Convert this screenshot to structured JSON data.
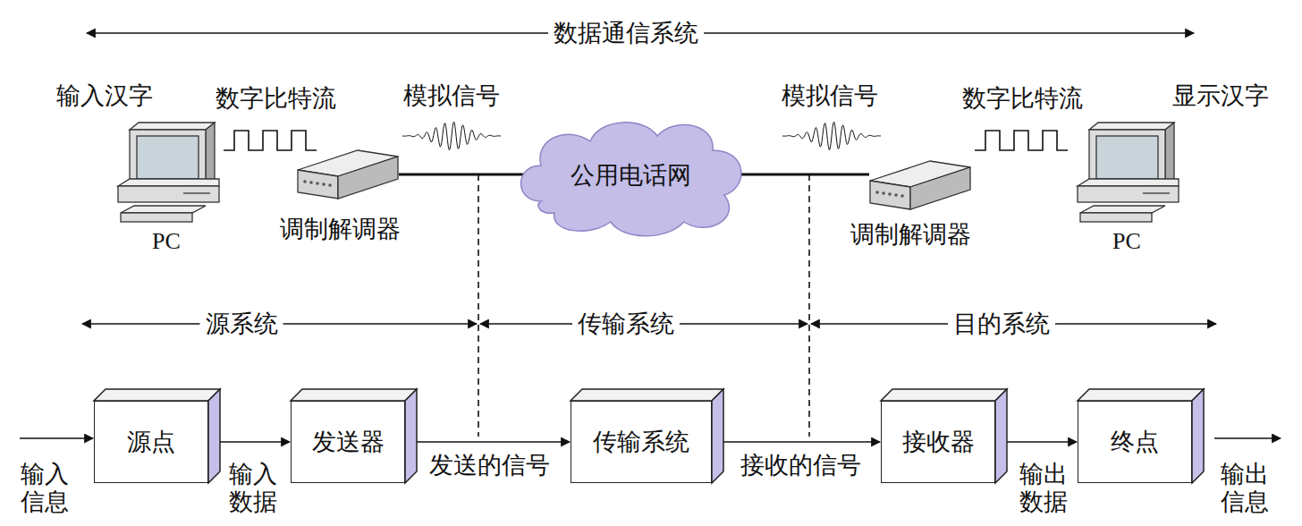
{
  "diagram": {
    "title": "数据通信系统",
    "nodes": [
      {
        "text": [
          "公用电话网"
        ]
      },
      {
        "text": [
          "源点"
        ]
      },
      {
        "text": [
          "发送器"
        ]
      },
      {
        "text": [
          "传输系统"
        ]
      },
      {
        "text": [
          "接收器"
        ]
      },
      {
        "text": [
          "终点"
        ]
      }
    ],
    "edges": [
      {
        "from": 1,
        "to": 2,
        "arrow": "to",
        "label": "输入 数据"
      },
      {
        "from": 2,
        "to": 3,
        "arrow": "to",
        "label": "发送的信号"
      },
      {
        "from": 3,
        "to": 4,
        "arrow": "to",
        "label": "接收的信号"
      },
      {
        "from": 4,
        "to": 5,
        "arrow": "to",
        "label": "输出 数据"
      }
    ],
    "labels": [
      "输入汉字",
      "数字比特流",
      "模拟信号",
      "模拟信号",
      "数字比特流",
      "显示汉字",
      "PC",
      "调制解调器",
      "调制解调器",
      "PC",
      "源系统",
      "传输系统",
      "目的系统",
      "输入 信息",
      "输出 信息"
    ]
  }
}
